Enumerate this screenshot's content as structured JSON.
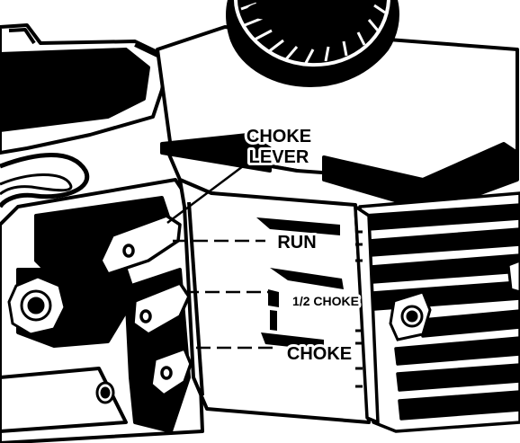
{
  "diagram": {
    "labels": {
      "lever_line1": "CHOKE",
      "lever_line2": "LEVER",
      "run": "RUN",
      "half_choke": "1/2 CHOKE",
      "choke": "CHOKE"
    },
    "colors": {
      "ink": "#000000",
      "paper": "#ffffff"
    },
    "icons": {
      "engine": "engine-illustration-icon",
      "gear": "gear-knob-icon",
      "lever": "choke-lever-icon",
      "bolt": "bolt-icon"
    }
  }
}
